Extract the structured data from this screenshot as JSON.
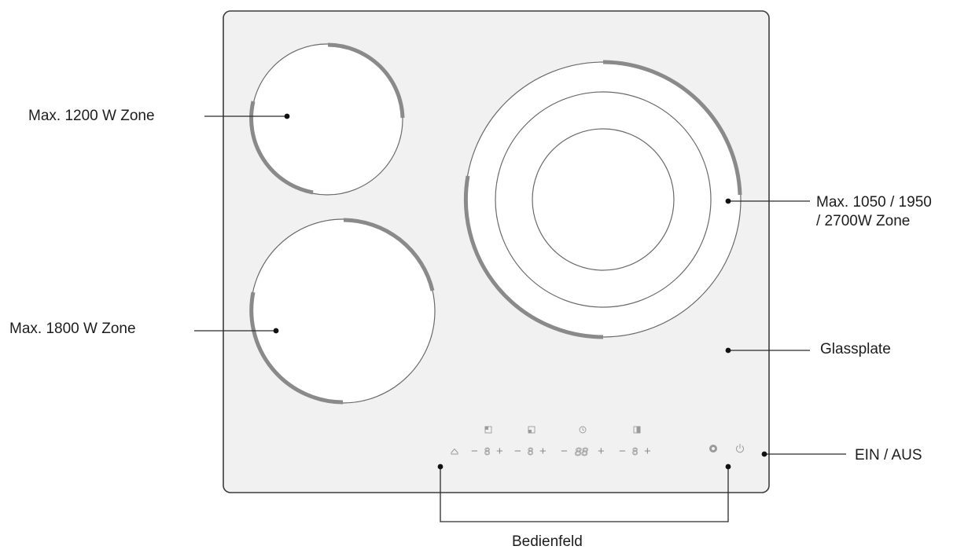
{
  "labels": {
    "zone_1200": "Max. 1200 W Zone",
    "zone_1800": "Max. 1800 W Zone",
    "zone_big_line1": "Max. 1050 / 1950",
    "zone_big_line2": "/ 2700W Zone",
    "glass_plate": "Glassplate",
    "on_off": "EIN / AUS",
    "control_panel": "Bedienfeld"
  },
  "control_panel": {
    "minus": "−",
    "plus": "+",
    "single_digit": "8",
    "double_digit": "88"
  },
  "colors": {
    "outline": "#3c3c3c",
    "arc": "#8a8a8a",
    "glass": "#f1f1f1",
    "panel_marks": "#9a9a9a"
  },
  "icons": [
    "lock-icon",
    "zone-top-left-icon",
    "zone-bottom-left-icon",
    "timer-icon",
    "zone-right-icon",
    "booster-icon",
    "power-icon"
  ]
}
